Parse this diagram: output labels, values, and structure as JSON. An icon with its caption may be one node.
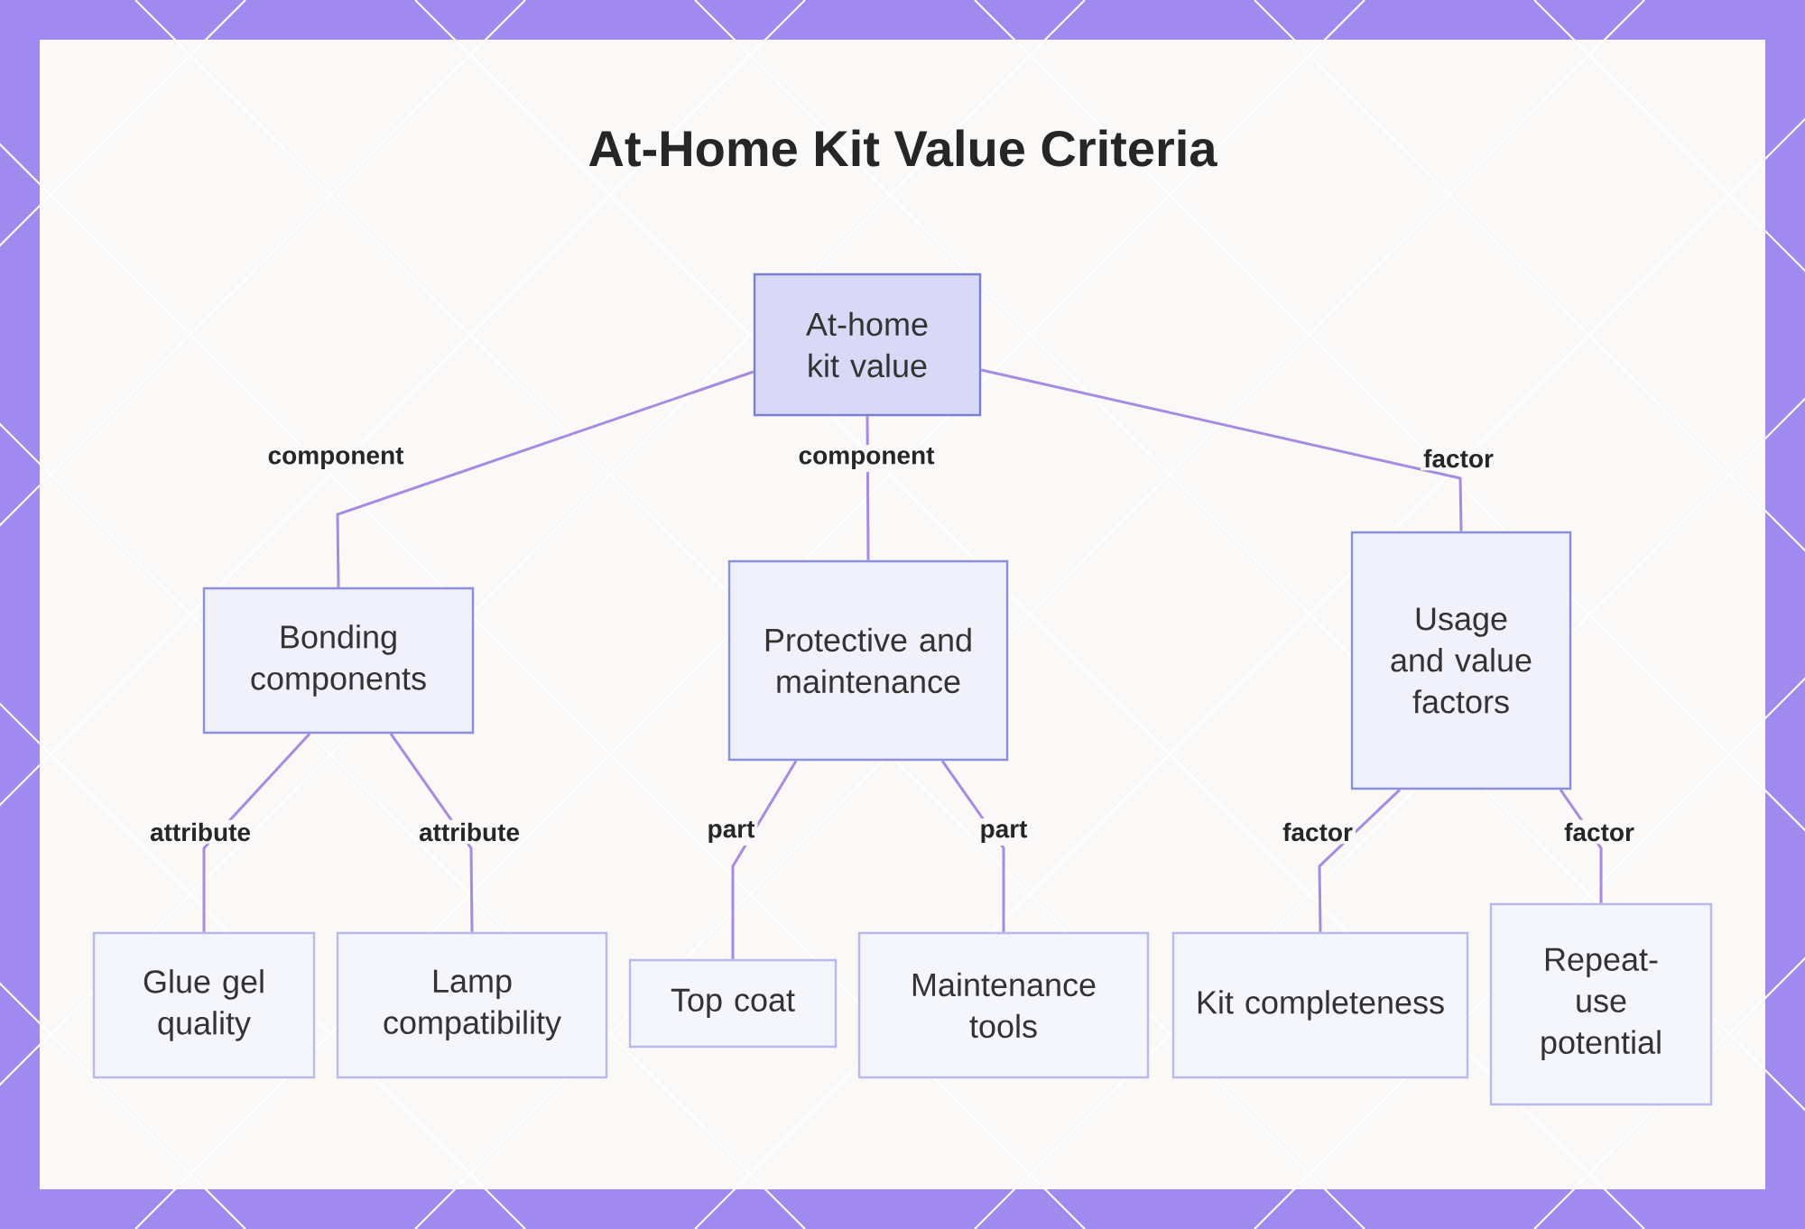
{
  "diagram": {
    "title": "At-Home Kit Value Criteria",
    "nodes": [
      {
        "text": [
          "At-home kit value"
        ]
      },
      {
        "text": [
          "Bonding components"
        ]
      },
      {
        "text": [
          "Protective and maintenance"
        ]
      },
      {
        "text": [
          "Usage and value factors"
        ]
      },
      {
        "text": [
          "Glue gel quality"
        ]
      },
      {
        "text": [
          "Lamp compatibility"
        ]
      },
      {
        "text": [
          "Top coat"
        ]
      },
      {
        "text": [
          "Maintenance tools"
        ]
      },
      {
        "text": [
          "Kit completeness"
        ]
      },
      {
        "text": [
          "Repeat-use potential"
        ]
      }
    ],
    "edges": [
      {
        "from": 0,
        "to": 1,
        "arrow": "none",
        "label": "component"
      },
      {
        "from": 0,
        "to": 2,
        "arrow": "none",
        "label": "component"
      },
      {
        "from": 0,
        "to": 3,
        "arrow": "none",
        "label": "factor"
      },
      {
        "from": 1,
        "to": 4,
        "arrow": "none",
        "label": "attribute"
      },
      {
        "from": 1,
        "to": 5,
        "arrow": "none",
        "label": "attribute"
      },
      {
        "from": 2,
        "to": 6,
        "arrow": "none",
        "label": "part"
      },
      {
        "from": 2,
        "to": 7,
        "arrow": "none",
        "label": "part"
      },
      {
        "from": 3,
        "to": 8,
        "arrow": "none",
        "label": "factor"
      },
      {
        "from": 3,
        "to": 9,
        "arrow": "none",
        "label": "factor"
      }
    ]
  }
}
